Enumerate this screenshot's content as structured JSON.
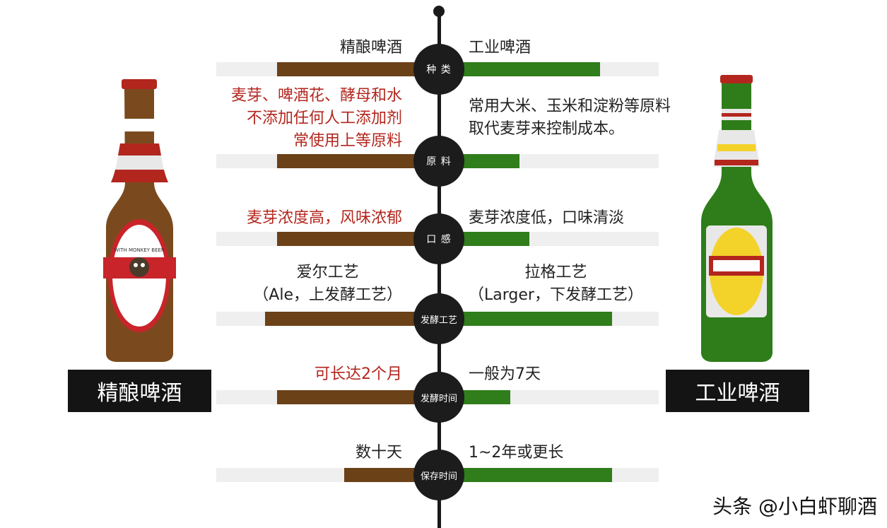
{
  "left_title": "精酿啤酒",
  "right_title": "工业啤酒",
  "rows": [
    {
      "node": "种 类",
      "left": [
        "精酿啤酒"
      ],
      "right": [
        "工业啤酒"
      ],
      "left_red": false
    },
    {
      "node": "原 料",
      "left": [
        "麦芽、啤酒花、酵母和水",
        "不添加任何人工添加剂",
        "常使用上等原料"
      ],
      "right": [
        "常用大米、玉米和淀粉等原料",
        "取代麦芽来控制成本。"
      ],
      "left_red": true
    },
    {
      "node": "口 感",
      "left": [
        "麦芽浓度高，风味浓郁"
      ],
      "right": [
        "麦芽浓度低，口味清淡"
      ],
      "left_red": true
    },
    {
      "node": "发酵工艺",
      "left": [
        "爱尔工艺",
        "（Ale，上发酵工艺）"
      ],
      "right": [
        "拉格工艺",
        "（Larger，下发酵工艺）"
      ],
      "left_red": false
    },
    {
      "node": "发酵时间",
      "left": [
        "可长达2个月"
      ],
      "right": [
        "一般为7天"
      ],
      "left_red": true
    },
    {
      "node": "保存时间",
      "left": [
        "数十天"
      ],
      "right": [
        "1~2年或更长"
      ],
      "left_red": false
    }
  ],
  "bottle_label_text": "WITH MONKEY BEER",
  "watermark": "头条 @小白虾聊酒",
  "colors": {
    "craft": "#6b4118",
    "industrial": "#2f7d1b",
    "red_text": "#b3261e",
    "node": "#1c1c1c"
  }
}
